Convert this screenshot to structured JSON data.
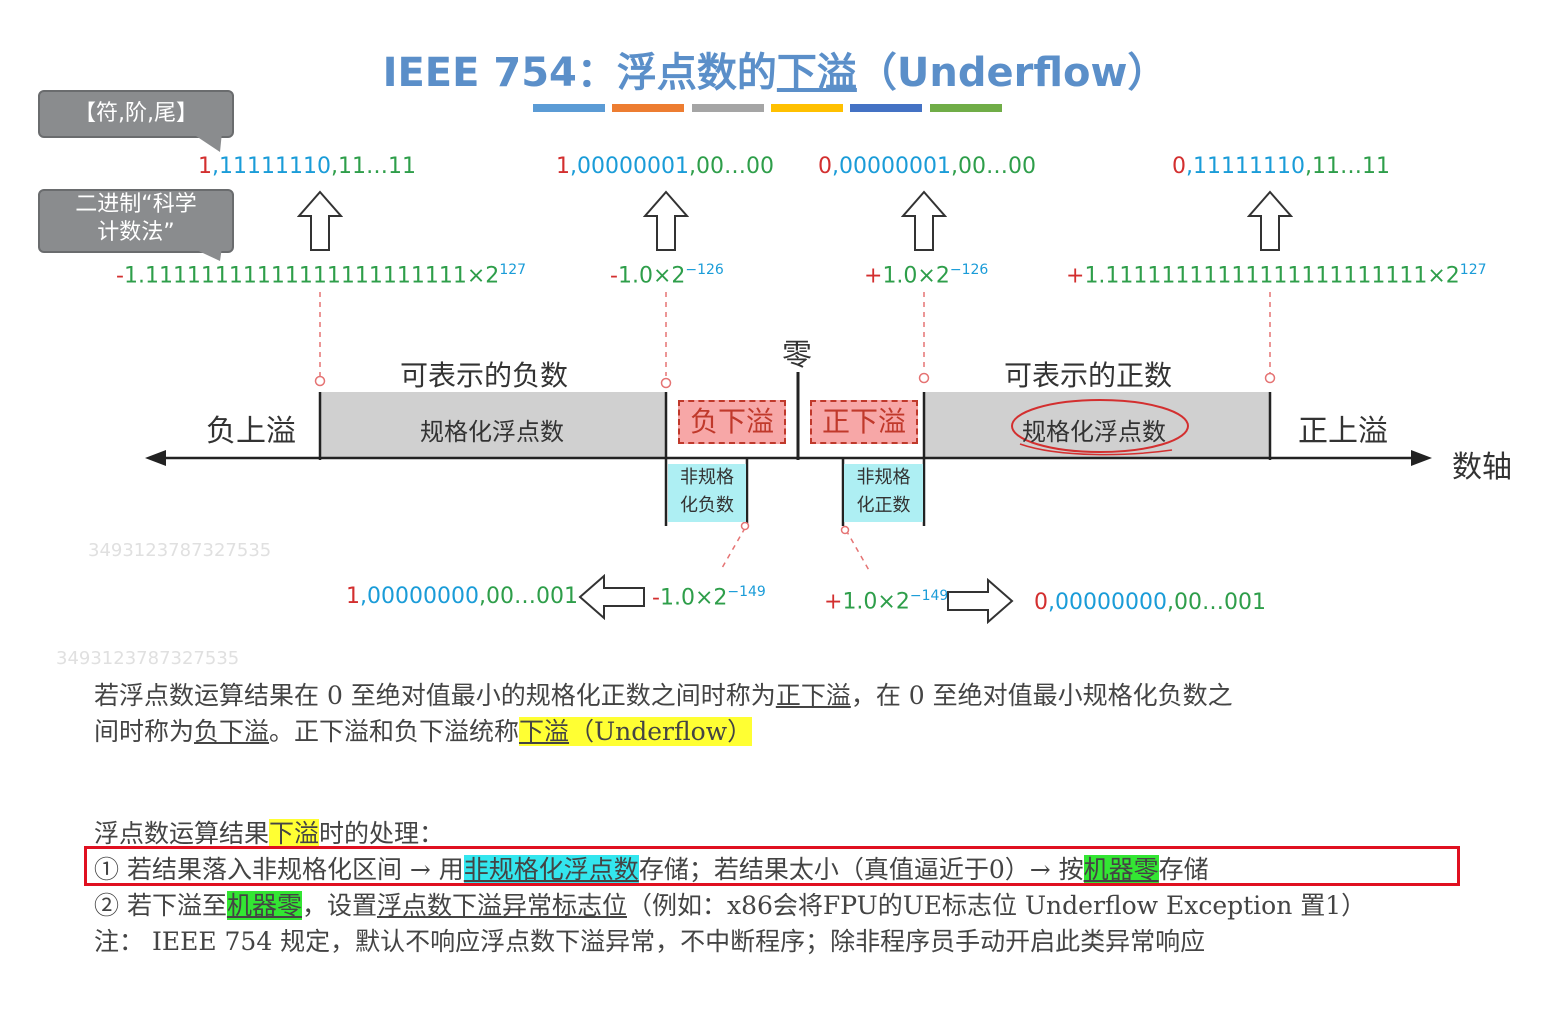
{
  "title": {
    "prefix": "IEEE 754：",
    "cn1": "浮点数的",
    "cn_ul": "下溢",
    "suffix": "（Underflow）"
  },
  "colorbar_colors": [
    "#5b9bd5",
    "#ed7d31",
    "#a5a5a5",
    "#ffc000",
    "#4472c4",
    "#70ad47"
  ],
  "bubbles": {
    "format": "【符,阶,尾】",
    "sci_line1": "二进制“科学",
    "sci_line2": "计数法”"
  },
  "encodings": {
    "neg_max": {
      "sign": "1",
      "c1": ",",
      "exp": "11111110",
      "c2": ",",
      "mant": "11…11"
    },
    "neg_min": {
      "sign": "1",
      "c1": ",",
      "exp": "00000001",
      "c2": ",",
      "mant": "00…00"
    },
    "pos_min": {
      "sign": "0",
      "c1": ",",
      "exp": "00000001",
      "c2": ",",
      "mant": "00…00"
    },
    "pos_max": {
      "sign": "0",
      "c1": ",",
      "exp": "11111110",
      "c2": ",",
      "mant": "11…11"
    },
    "neg_denorm": {
      "sign": "1",
      "c1": ",",
      "exp": "00000000",
      "c2": ",",
      "mant": "00…001"
    },
    "pos_denorm": {
      "sign": "0",
      "c1": ",",
      "exp": "00000000",
      "c2": ",",
      "mant": "00…001"
    }
  },
  "sci": {
    "neg_max": {
      "sign": "-",
      "base": "1.11111111111111111111111×2",
      "exp": "127"
    },
    "neg_min": {
      "sign": "-",
      "base": "1.0×2",
      "exp": "−126"
    },
    "pos_min": {
      "sign": "+",
      "base": "1.0×2",
      "exp": "−126"
    },
    "pos_max": {
      "sign": "+",
      "base": "1.11111111111111111111111×2",
      "exp": "127"
    },
    "neg_denorm": {
      "sign": "-",
      "base": "1.0×2",
      "exp": "−149"
    },
    "pos_denorm": {
      "sign": "+",
      "base": "1.0×2",
      "exp": "−149"
    }
  },
  "axis": {
    "zero": "零",
    "axis_label": "数轴",
    "neg_overflow": "负上溢",
    "pos_overflow": "正上溢",
    "neg_repr": "可表示的负数",
    "pos_repr": "可表示的正数",
    "neg_norm": "规格化浮点数",
    "pos_norm": "规格化浮点数",
    "neg_underflow": "负下溢",
    "pos_underflow": "正下溢",
    "neg_denorm_l1": "非规格",
    "neg_denorm_l2": "化负数",
    "pos_denorm_l1": "非规格",
    "pos_denorm_l2": "化正数"
  },
  "text": {
    "p1a": "若浮点数运算结果在 0 至绝对值最小的规格化正数之间时称为",
    "p1b": "正下溢",
    "p1c": "，在 0 至绝对值最小规格化负数之",
    "p2a": "间时称为",
    "p2b": "负下溢",
    "p2c": "。正下溢和负下溢统称",
    "p2d": "下溢",
    "p2e": "（Underflow）",
    "h1": "浮点数运算结果",
    "h2": "下溢",
    "h3": "时的处理：",
    "i1a": "① 若结果落入非规格化区间 → 用",
    "i1b": "非规格化浮点数",
    "i1c": "存储；若结果太小（真值逼近于0）→ 按",
    "i1d": "机器零",
    "i1e": "存储",
    "i2a": "② 若下溢至",
    "i2b": "机器零",
    "i2c": "，设置",
    "i2d": "浮点数下溢异常标志位",
    "i2e": "（例如：x86会将FPU的UE标志位 Underflow Exception 置1）",
    "n1": "注：  IEEE 754 规定，默认不响应浮点数下溢异常，不中断程序；除非程序员手动开启此类异常响应"
  },
  "watermark": {
    "w1": "3493123787327535",
    "w2": "3493123787327535"
  }
}
